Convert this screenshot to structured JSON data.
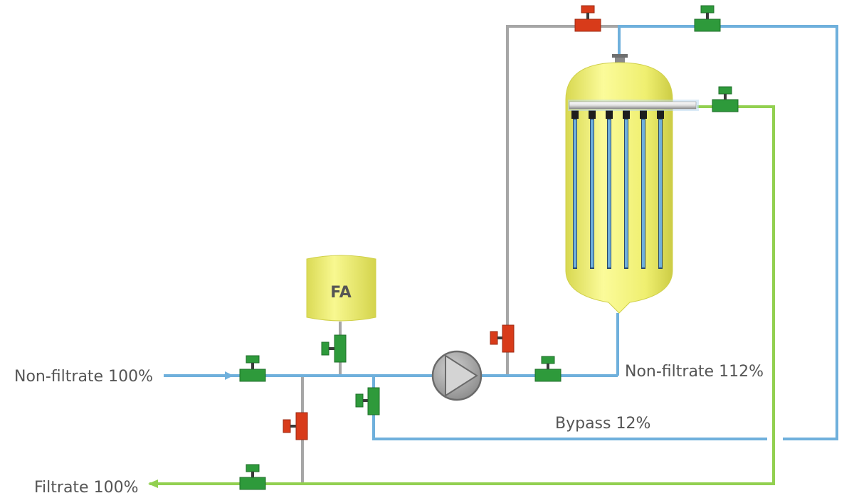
{
  "labels": {
    "inlet": "Non-filtrate 100%",
    "recirc": "Non-filtrate 112%",
    "bypass": "Bypass 12%",
    "outlet": "Filtrate 100%",
    "tank": "FA"
  },
  "colors": {
    "feed_line": "#6fb0dc",
    "filtrate_line": "#92d050",
    "aux_line": "#a6a6a6",
    "valve_open": "#2e9a3b",
    "valve_closed": "#d83b1a",
    "vessel": "#f0f07a",
    "pump": "#a0a0a0"
  },
  "valves": [
    {
      "id": "inlet-valve",
      "state": "open"
    },
    {
      "id": "filtrate-outlet-valve",
      "state": "open"
    },
    {
      "id": "tank-drain-valve",
      "state": "open"
    },
    {
      "id": "bypass-valve",
      "state": "open"
    },
    {
      "id": "drain-valve",
      "state": "closed"
    },
    {
      "id": "pump-branch-valve",
      "state": "closed"
    },
    {
      "id": "recirc-valve",
      "state": "open"
    },
    {
      "id": "top-gray-valve",
      "state": "closed"
    },
    {
      "id": "top-blue-valve",
      "state": "open"
    },
    {
      "id": "filtrate-header-valve",
      "state": "open"
    }
  ],
  "icons": [
    "pump-icon",
    "membrane-vessel-icon",
    "tank-icon",
    "valve-icon",
    "flow-arrow-icon"
  ]
}
